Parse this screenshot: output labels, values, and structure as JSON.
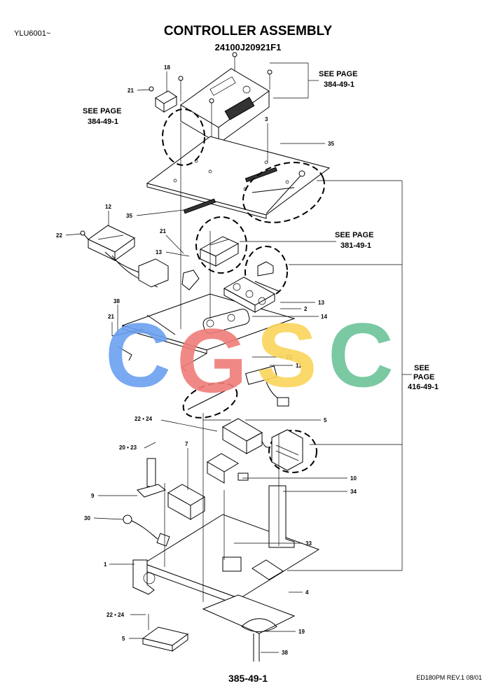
{
  "header": {
    "model": "YLU6001~",
    "title": "CONTROLLER ASSEMBLY",
    "part_number": "24100J20921F1"
  },
  "footer": {
    "page_number": "385-49-1",
    "revision": "ED180PM REV.1 08/01"
  },
  "see_page_refs": [
    {
      "label": "SEE PAGE",
      "page": "384-49-1"
    },
    {
      "label": "SEE PAGE",
      "page": "384-49-1"
    },
    {
      "label": "SEE PAGE",
      "page": "381-49-1"
    },
    {
      "label": "SEE",
      "label2": "PAGE",
      "page": "416-49-1"
    }
  ],
  "callouts": [
    "18",
    "21",
    "3",
    "35",
    "12",
    "22",
    "35",
    "21",
    "13",
    "13",
    "2",
    "14",
    "38",
    "21",
    "21",
    "11",
    "22 • 24",
    "5",
    "20 • 23",
    "7",
    "10",
    "9",
    "34",
    "30",
    "33",
    "1",
    "4",
    "22 • 24",
    "5",
    "19",
    "38"
  ],
  "watermark": {
    "letters": [
      "C",
      "G",
      "S",
      "C"
    ],
    "colors": [
      "#6aa0f0",
      "#ef7d78",
      "#fbd45a",
      "#6cc49a"
    ]
  }
}
